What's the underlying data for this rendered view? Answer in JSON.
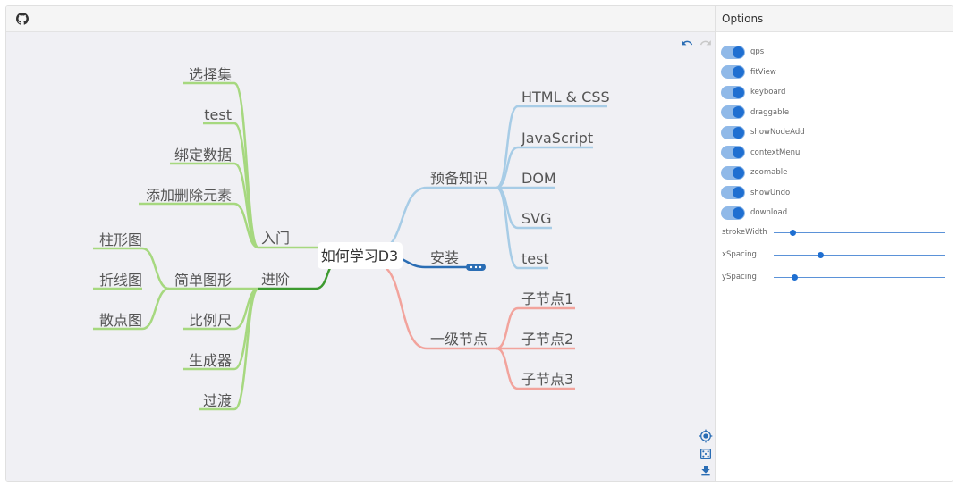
{
  "canvas": {
    "root": "如何学习D3",
    "branch1": {
      "label": "入门",
      "children": [
        "选择集",
        "test",
        "绑定数据",
        "添加删除元素"
      ]
    },
    "branch2": {
      "label": "进阶",
      "shapes": "简单图形",
      "shape_children": [
        "柱形图",
        "折线图",
        "散点图"
      ],
      "others": [
        "比例尺",
        "生成器",
        "过渡"
      ]
    },
    "branch3": {
      "label": "预备知识",
      "children": [
        "HTML & CSS",
        "JavaScript",
        "DOM",
        "SVG",
        "test"
      ]
    },
    "branch4": {
      "label": "安装"
    },
    "branch5": {
      "label": "一级节点",
      "children": [
        "子节点1",
        "子节点2",
        "子节点3"
      ]
    }
  },
  "colors": {
    "green": "#a6d87f",
    "dark_green": "#3d9a2f",
    "blue": "#a7cce6",
    "dark_blue": "#2a6db4",
    "red": "#f2a39c",
    "accent": "#1f6fd1"
  },
  "options": {
    "title": "Options",
    "switches": [
      {
        "label": "gps",
        "on": true
      },
      {
        "label": "fitView",
        "on": true
      },
      {
        "label": "keyboard",
        "on": true
      },
      {
        "label": "draggable",
        "on": true
      },
      {
        "label": "showNodeAdd",
        "on": true
      },
      {
        "label": "contextMenu",
        "on": true
      },
      {
        "label": "zoomable",
        "on": true
      },
      {
        "label": "showUndo",
        "on": true
      },
      {
        "label": "download",
        "on": true
      }
    ],
    "sliders": [
      {
        "label": "strokeWidth",
        "value": 0.11
      },
      {
        "label": "xSpacing",
        "value": 0.27
      },
      {
        "label": "ySpacing",
        "value": 0.12
      }
    ]
  },
  "icons": [
    "github-icon",
    "undo-icon",
    "redo-icon",
    "gps-icon",
    "fit-view-icon",
    "download-icon"
  ]
}
